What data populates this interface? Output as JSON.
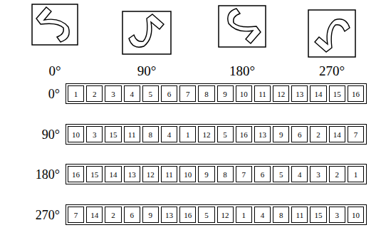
{
  "diagram": {
    "labels": [
      "0°",
      "90°",
      "180°",
      "270°",
      "0°",
      "1",
      "2",
      "3",
      "4",
      "5",
      "6",
      "7",
      "8",
      "9",
      "10",
      "11",
      "12",
      "13",
      "14",
      "15",
      "16",
      "90°",
      "10",
      "3",
      "15",
      "11",
      "8",
      "4",
      "1",
      "12",
      "5",
      "16",
      "13",
      "9",
      "6",
      "2",
      "14",
      "7",
      "180°",
      "16",
      "15",
      "14",
      "13",
      "12",
      "11",
      "10",
      "9",
      "8",
      "7",
      "6",
      "5",
      "4",
      "3",
      "2",
      "1",
      "270°",
      "7",
      "14",
      "2",
      "6",
      "9",
      "13",
      "16",
      "5",
      "12",
      "1",
      "4",
      "8",
      "11",
      "15",
      "3",
      "10"
    ]
  }
}
